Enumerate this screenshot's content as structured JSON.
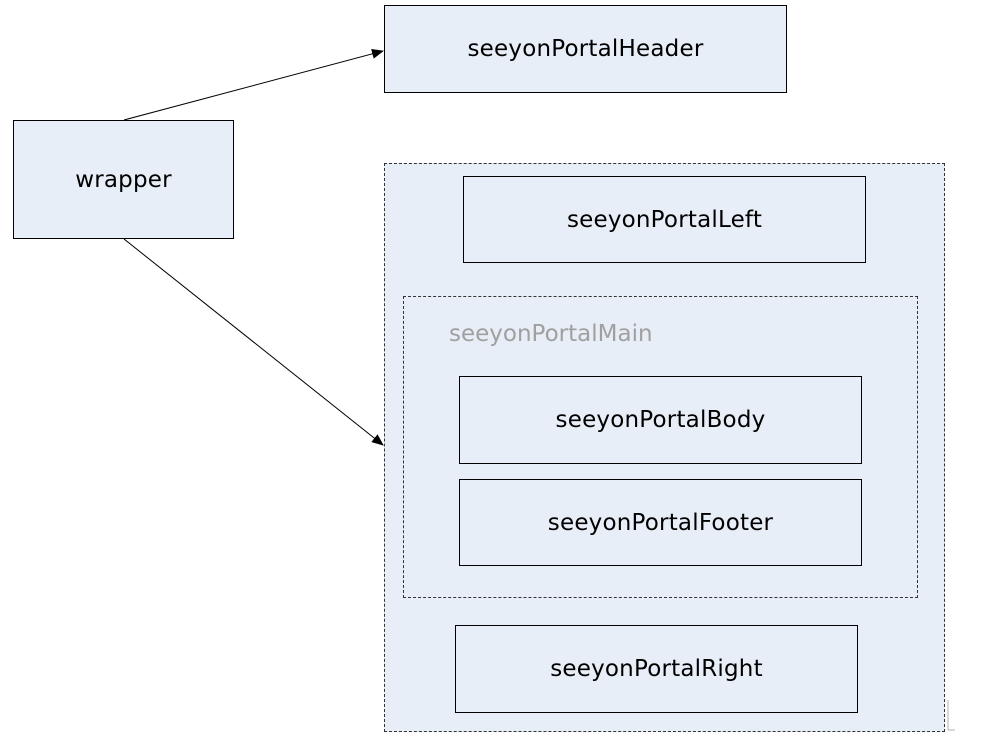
{
  "diagram": {
    "nodes": {
      "wrapper": "wrapper",
      "header": "seeyonPortalHeader",
      "left": "seeyonPortalLeft",
      "body": "seeyonPortalBody",
      "footer": "seeyonPortalFooter",
      "right": "seeyonPortalRight"
    },
    "groups": {
      "main_label": "seeyonPortalMain"
    },
    "edges": [
      {
        "from": "wrapper",
        "to": "seeyonPortalHeader"
      },
      {
        "from": "wrapper",
        "to": "outer-container"
      }
    ],
    "colors": {
      "node_fill": "#e8eef7",
      "stroke": "#000000",
      "group_label": "#a0a0a0"
    }
  }
}
